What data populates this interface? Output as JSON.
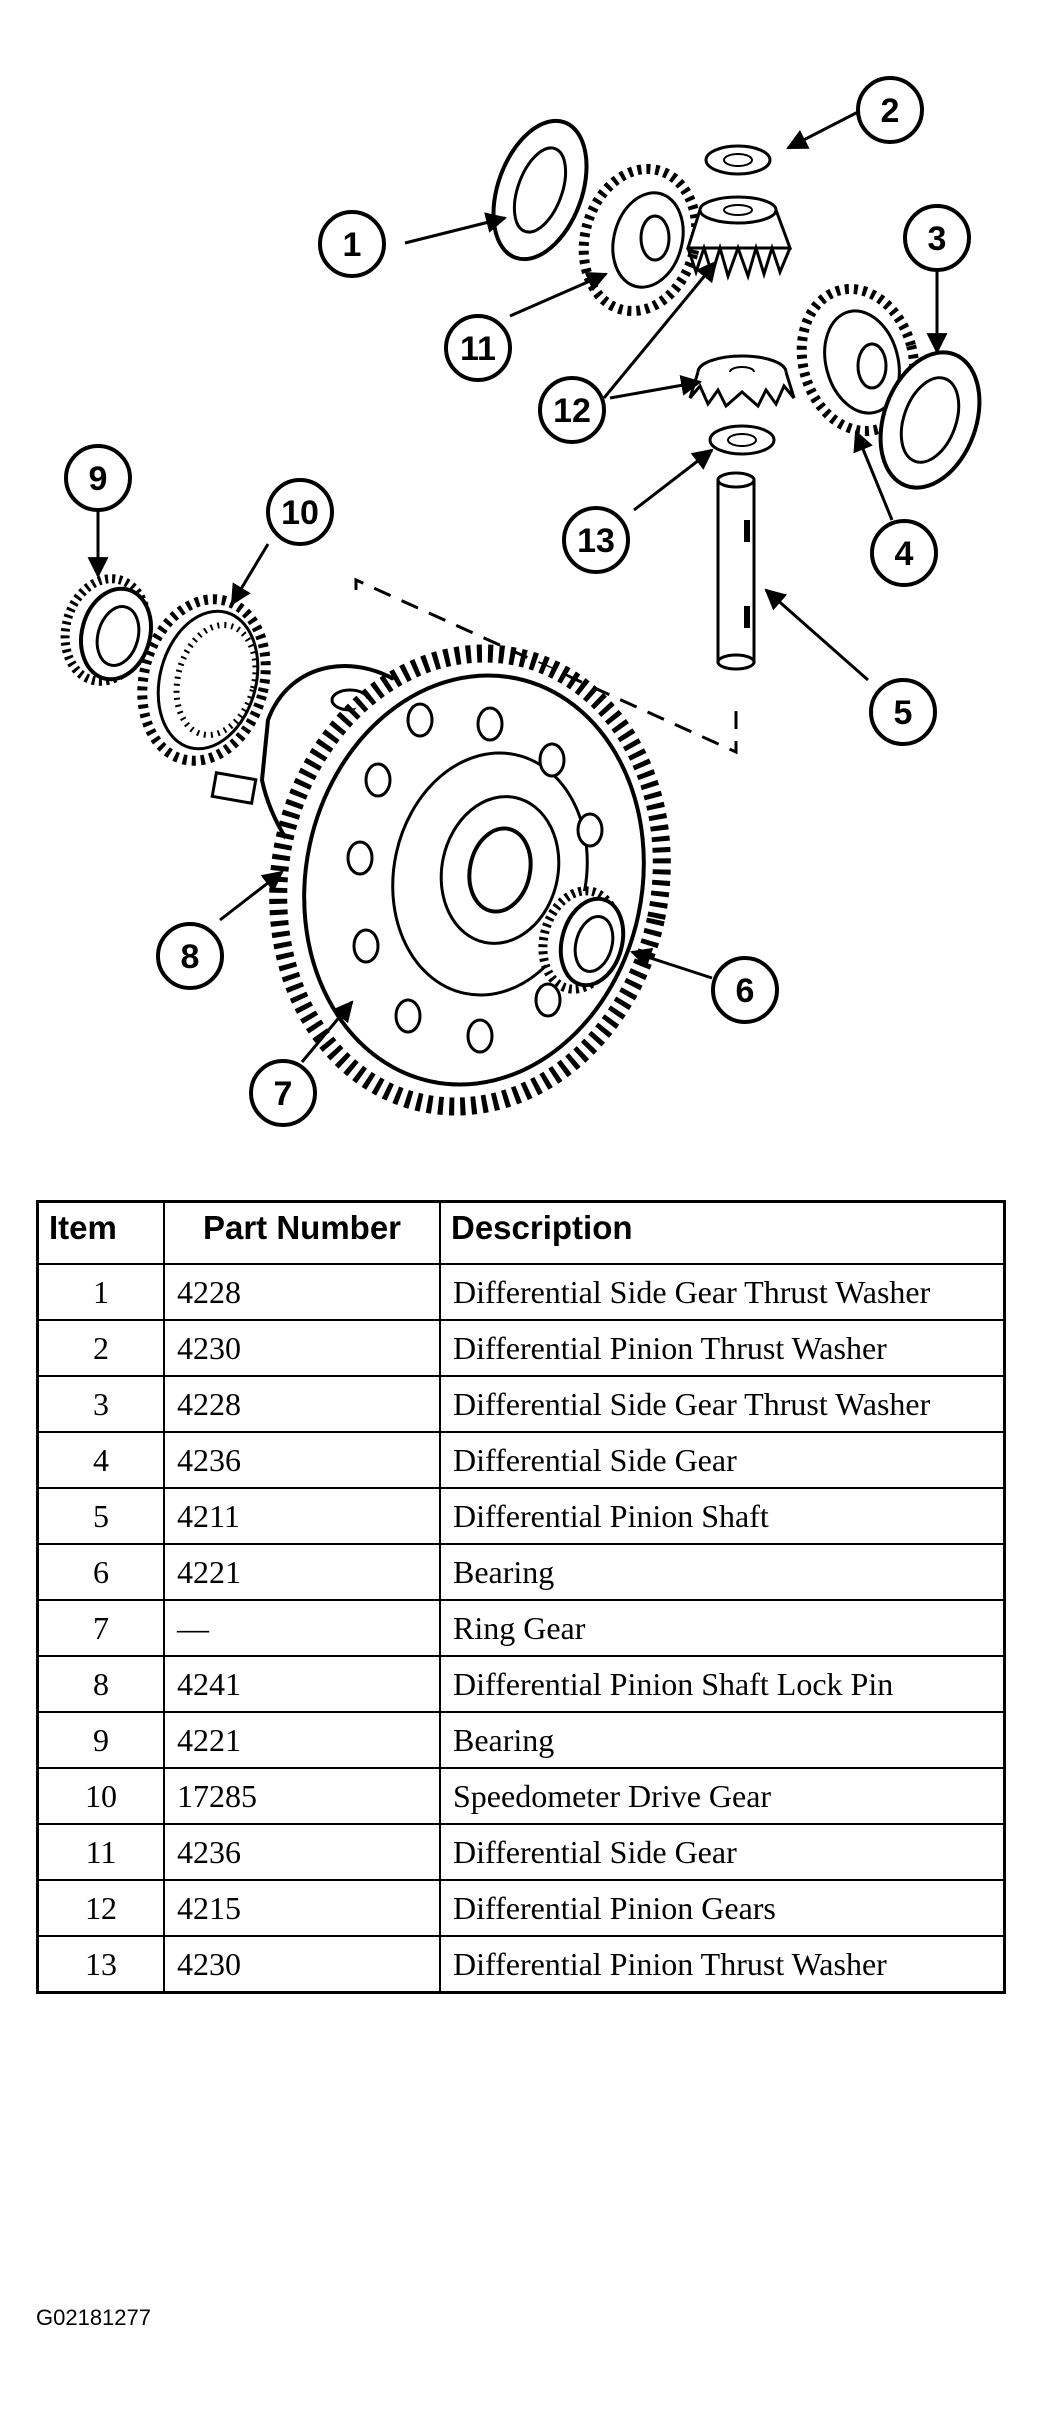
{
  "callouts": [
    "1",
    "2",
    "3",
    "4",
    "5",
    "6",
    "7",
    "8",
    "9",
    "10",
    "11",
    "12",
    "13"
  ],
  "table": {
    "headers": {
      "item": "Item",
      "part_number": "Part Number",
      "description": "Description"
    },
    "rows": [
      {
        "item": "1",
        "part": "4228",
        "desc": "Differential Side Gear Thrust Washer"
      },
      {
        "item": "2",
        "part": "4230",
        "desc": "Differential Pinion Thrust Washer"
      },
      {
        "item": "3",
        "part": "4228",
        "desc": "Differential Side Gear Thrust Washer"
      },
      {
        "item": "4",
        "part": "4236",
        "desc": "Differential Side Gear"
      },
      {
        "item": "5",
        "part": "4211",
        "desc": "Differential Pinion Shaft"
      },
      {
        "item": "6",
        "part": "4221",
        "desc": "Bearing"
      },
      {
        "item": "7",
        "part": "—",
        "desc": "Ring Gear"
      },
      {
        "item": "8",
        "part": "4241",
        "desc": "Differential Pinion Shaft Lock Pin"
      },
      {
        "item": "9",
        "part": "4221",
        "desc": "Bearing"
      },
      {
        "item": "10",
        "part": "17285",
        "desc": "Speedometer Drive Gear"
      },
      {
        "item": "11",
        "part": "4236",
        "desc": "Differential Side Gear"
      },
      {
        "item": "12",
        "part": "4215",
        "desc": "Differential Pinion Gears"
      },
      {
        "item": "13",
        "part": "4230",
        "desc": "Differential Pinion Thrust Washer"
      }
    ]
  },
  "figure_id": "G02181277"
}
